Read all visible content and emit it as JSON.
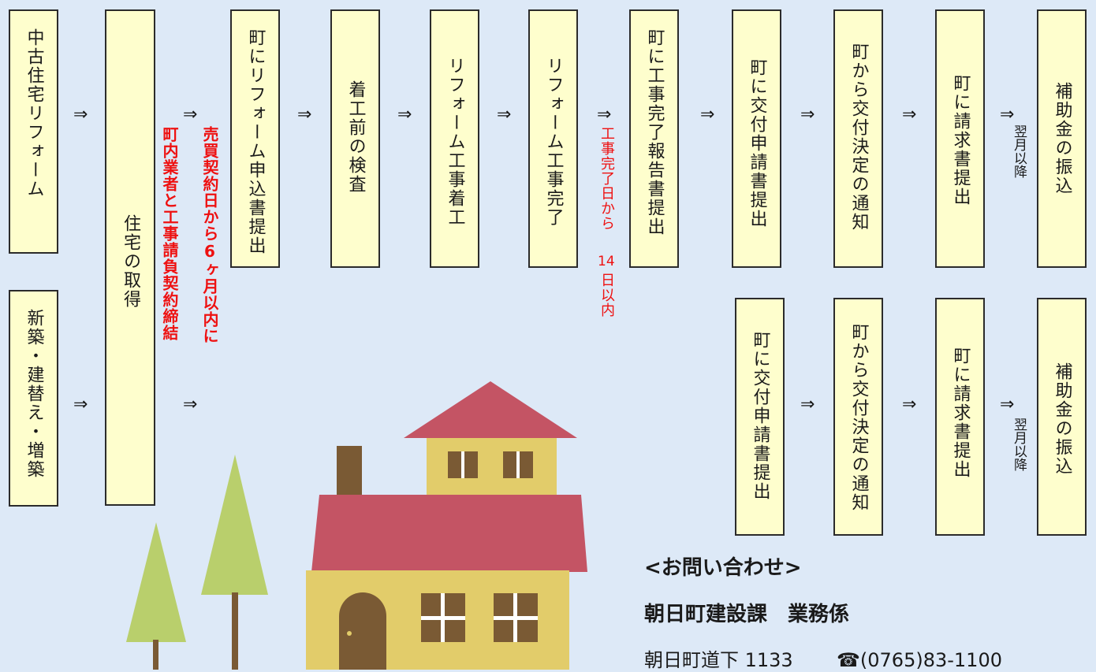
{
  "flow": {
    "start_reform": "中古住宅リフォーム",
    "start_new": "新築・建替え・増築",
    "acquire": "住宅の取得",
    "reform_apply": "町にリフォーム申込書提出",
    "pre_inspection": "着工前の検査",
    "work_start": "リフォーム工事着工",
    "work_done": "リフォーム工事完了",
    "completion_report": "町に工事完了報告書提出",
    "grant_apply": "町に交付申請書提出",
    "grant_notice": "町から交付決定の通知",
    "invoice": "町に請求書提出",
    "transfer": "補助金の振込",
    "arrow": "⇒",
    "next_month": "翌月以降"
  },
  "notes": {
    "contract_limit": "売買契約日から6ヶ月以内に",
    "contract_local": "町内業者と工事請負契約締結",
    "report_deadline_a": "工事完了日から",
    "report_deadline_b": "14",
    "report_deadline_c": "日以内"
  },
  "contact": {
    "heading": "<お問い合わせ>",
    "department": "朝日町建設課　業務係",
    "address": "朝日町道下 1133",
    "phone_icon": "phone-icon",
    "phone": "☎(0765)83-1100"
  },
  "colors": {
    "background": "#dde9f7",
    "box_fill": "#fefecd",
    "note_red": "#ee1111",
    "roof": "#c45464",
    "wall": "#e2cc6a",
    "tree": "#b9cf6c"
  }
}
